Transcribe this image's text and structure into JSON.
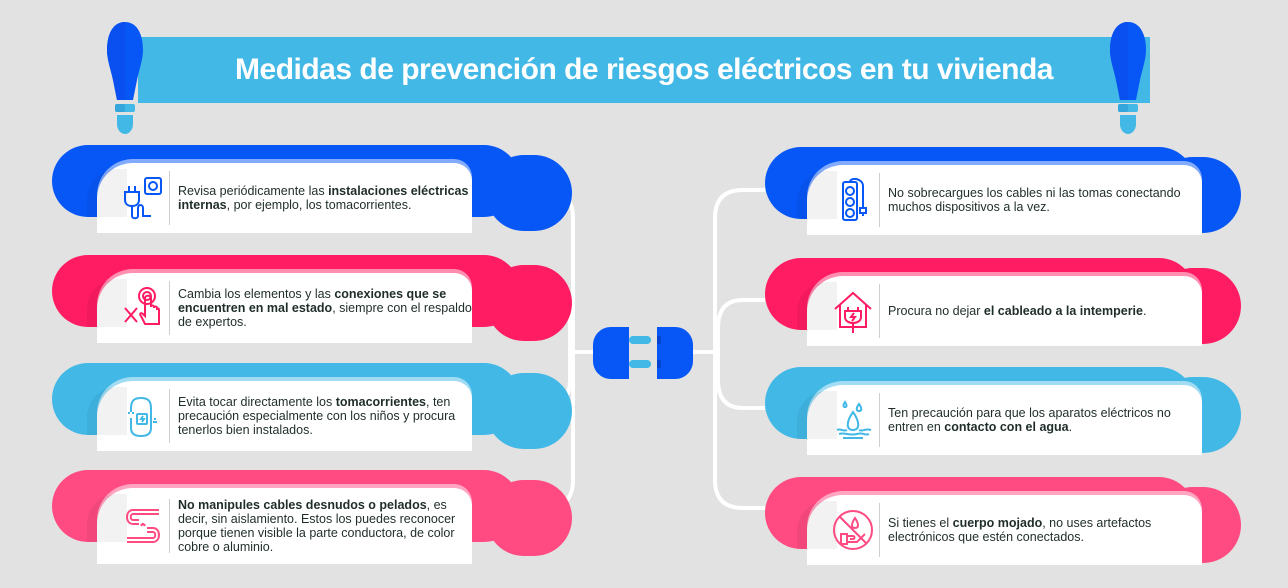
{
  "title": "Medidas de prevención de riesgos eléctricos en tu vivienda",
  "colors": {
    "background": "#e2e2e2",
    "banner": "#42b8e6",
    "blue": "#0757f7",
    "pink": "#ff1c63",
    "light_blue": "#42b8e6",
    "rose": "#ff4b82",
    "text": "#1f2d2a"
  },
  "left_items": [
    {
      "icon": "plug-outlet-icon",
      "color": "#0757f7",
      "text_parts": [
        {
          "t": "Revisa periódicamente las ",
          "b": false
        },
        {
          "t": "instalaciones eléctricas internas",
          "b": true
        },
        {
          "t": ", por ejemplo, los tomacorrientes.",
          "b": false
        }
      ],
      "lines": [
        "Revisa periódicamente las instalaciones",
        "eléctricas internas, por ejemplo,",
        "los tomacorrientes."
      ]
    },
    {
      "icon": "hand-press-x-icon",
      "color": "#ff1c63",
      "text_parts": [
        {
          "t": "Cambia los elementos y las ",
          "b": false
        },
        {
          "t": "conexiones que se encuentren en mal estado",
          "b": true
        },
        {
          "t": ", siempre con el respaldo de expertos.",
          "b": false
        }
      ],
      "lines": [
        "Cambia los elementos y las conexiones que",
        "se encuentren en mal estado, siempre con",
        "el respaldo de expertos."
      ]
    },
    {
      "icon": "cable-outlet-icon",
      "color": "#42b8e6",
      "text_parts": [
        {
          "t": "Evita tocar directamente los ",
          "b": false
        },
        {
          "t": "tomacorrientes",
          "b": true
        },
        {
          "t": ", ten precaución especialmente con los niños y procura tenerlos bien instalados.",
          "b": false
        }
      ],
      "lines": [
        "Evita tocar directamente los tomacorrientes,",
        "ten precaución especialmente con los niños",
        "y procura tenerlos bien instalados."
      ]
    },
    {
      "icon": "broken-cable-icon",
      "color": "#ff4b82",
      "text_parts": [
        {
          "t": "No manipules cables desnudos o pelados",
          "b": true
        },
        {
          "t": ", es decir, sin aislamiento. Estos los puedes reconocer porque tienen visible la parte conductora, de color cobre o aluminio.",
          "b": false
        }
      ],
      "lines": [
        "No manipules cables desnudos o pelados,",
        "es decir, sin aislamiento. Estos los puedes",
        "reconocer porque tienen visible la parte",
        "conductora, de color cobre o aluminio."
      ]
    }
  ],
  "right_items": [
    {
      "icon": "power-strip-icon",
      "color": "#0757f7",
      "text_parts": [
        {
          "t": "No sobrecargues los cables ni las tomas conectando muchos dispositivos a la vez.",
          "b": false
        }
      ],
      "lines": [
        "No sobrecargues los cables ni las tomas",
        "conectando muchos dispositivos a la vez."
      ]
    },
    {
      "icon": "house-plug-icon",
      "color": "#ff1c63",
      "text_parts": [
        {
          "t": "Procura no dejar ",
          "b": false
        },
        {
          "t": "el cableado a la intemperie",
          "b": true
        },
        {
          "t": ".",
          "b": false
        }
      ],
      "lines": [
        "Procura no dejar el cableado a la intemperie."
      ]
    },
    {
      "icon": "water-drops-icon",
      "color": "#42b8e6",
      "text_parts": [
        {
          "t": "Ten precaución para que los aparatos eléctricos no entren en ",
          "b": false
        },
        {
          "t": "contacto con el agua",
          "b": true
        },
        {
          "t": ".",
          "b": false
        }
      ],
      "lines": [
        "Ten precaución para que los aparatos",
        "eléctricos no entren en contacto con el agua."
      ]
    },
    {
      "icon": "no-wet-hand-icon",
      "color": "#ff4b82",
      "text_parts": [
        {
          "t": "Si tienes el ",
          "b": false
        },
        {
          "t": "cuerpo mojado",
          "b": true
        },
        {
          "t": ", no uses artefactos electrónicos que estén conectados.",
          "b": false
        }
      ],
      "lines": [
        "Si tienes el cuerpo mojado, no uses artefactos",
        "electrónicos que estén conectados."
      ]
    }
  ],
  "center_icon": "unplugged-plug-icon"
}
